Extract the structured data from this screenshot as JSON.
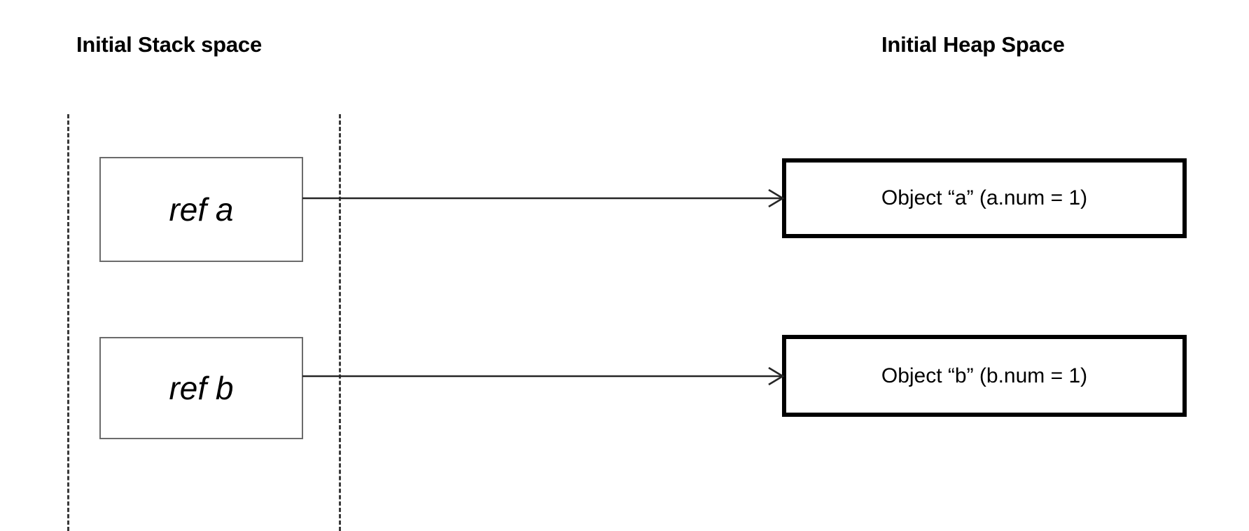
{
  "diagram": {
    "title_left": "Initial Stack space",
    "title_right": "Initial Heap Space",
    "stack": {
      "heading": "Initial Stack space",
      "frames": [
        {
          "label": "ref a",
          "name": "ref-a"
        },
        {
          "label": "ref b",
          "name": "ref-b"
        }
      ]
    },
    "heap": {
      "heading": "Initial Heap Space",
      "objects": [
        {
          "label": "Object “a” (a.num = 1)",
          "name": "object-a",
          "field": "a.num",
          "value": "1"
        },
        {
          "label": "Object “b” (b.num = 1)",
          "name": "object-b",
          "field": "b.num",
          "value": "1"
        }
      ]
    },
    "arrows": [
      {
        "from": "ref a",
        "to": "Object “a” (a.num = 1)"
      },
      {
        "from": "ref b",
        "to": "Object “b” (b.num = 1)"
      }
    ],
    "colors": {
      "background": "#ffffff",
      "text": "#000000",
      "stack_box_border": "#6b6b6b",
      "heap_box_border": "#000000",
      "arrow": "#262626",
      "boundary_dash": "#3a3a3a"
    }
  }
}
